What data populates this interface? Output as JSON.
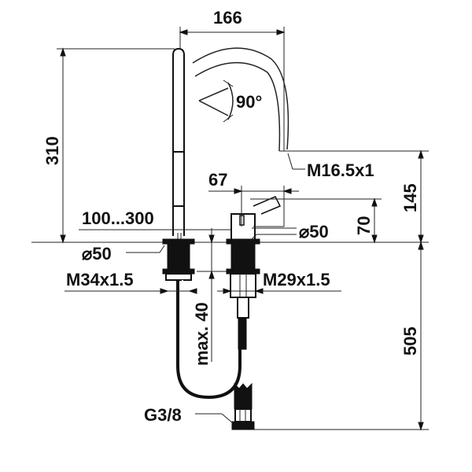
{
  "drawing": {
    "type": "technical dimension drawing",
    "subject": "two-hole basin mixer with swivel spout",
    "background": "#ffffff",
    "line_color": "#111111"
  },
  "dimensions": {
    "spout_reach": "166",
    "spout_rotation": "90°",
    "total_height": "310",
    "outlet_height": "145",
    "spout_thread": "M16.5x1",
    "lever_offset": "67",
    "lever_height": "70",
    "mixer_base_diameter": "⌀50",
    "spout_base_diameter": "⌀50",
    "hole_distance": "100...300",
    "spout_thread_base": "M34x1.5",
    "mixer_thread_base": "M29x1.5",
    "max_deck_thickness": "max. 40",
    "hose_length": "505",
    "connection_thread": "G3/8"
  }
}
